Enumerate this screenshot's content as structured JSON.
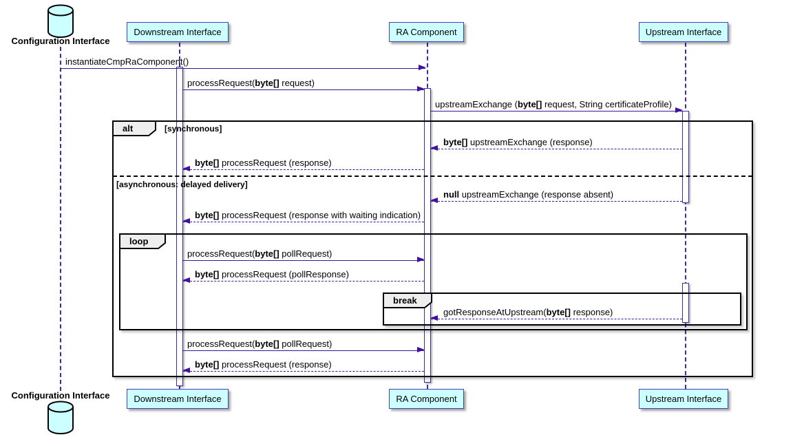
{
  "colors": {
    "participant_fill": "#CCFFFF",
    "participant_border": "#4040BE",
    "lifeline": "#3A2BA8",
    "arrow": "#40109E",
    "fragment_fill": "#EEEEEE",
    "fragment_border": "#000000"
  },
  "participants": {
    "config": {
      "label": "Configuration Interface",
      "icon": "database-icon"
    },
    "downstream": {
      "label": "Downstream Interface"
    },
    "ra": {
      "label": "RA Component"
    },
    "upstream": {
      "label": "Upstream Interface"
    }
  },
  "fragments": {
    "alt": {
      "operator": "alt",
      "guard": "[synchronous]",
      "divider": "[asynchronous: delayed delivery]"
    },
    "loop": {
      "operator": "loop"
    },
    "brk": {
      "operator": "break"
    }
  },
  "messages": {
    "m1": {
      "pre": "instantiateCmpRaComponent()",
      "bold": "",
      "post": ""
    },
    "m2": {
      "pre": "processRequest(",
      "bold": "byte[]",
      "post": " request)"
    },
    "m3": {
      "pre": "upstreamExchange (",
      "bold": "byte[]",
      "post": " request, String certificateProfile)"
    },
    "m4": {
      "pre": "",
      "bold": "byte[]",
      "post": " upstreamExchange (response)"
    },
    "m5": {
      "pre": "",
      "bold": "byte[]",
      "post": " processRequest (response)"
    },
    "m6": {
      "pre": "",
      "bold": "null",
      "post": " upstreamExchange (response absent)"
    },
    "m7": {
      "pre": "",
      "bold": "byte[]",
      "post": " processRequest (response with waiting indication)"
    },
    "m8": {
      "pre": "processRequest(",
      "bold": "byte[]",
      "post": " pollRequest)"
    },
    "m9": {
      "pre": "",
      "bold": "byte[]",
      "post": " processRequest (pollResponse)"
    },
    "m10": {
      "pre": "gotResponseAtUpstream(",
      "bold": "byte[]",
      "post": " response)"
    },
    "m11": {
      "pre": "processRequest(",
      "bold": "byte[]",
      "post": " pollRequest)"
    },
    "m12": {
      "pre": "",
      "bold": "byte[]",
      "post": " processRequest (response)"
    }
  }
}
